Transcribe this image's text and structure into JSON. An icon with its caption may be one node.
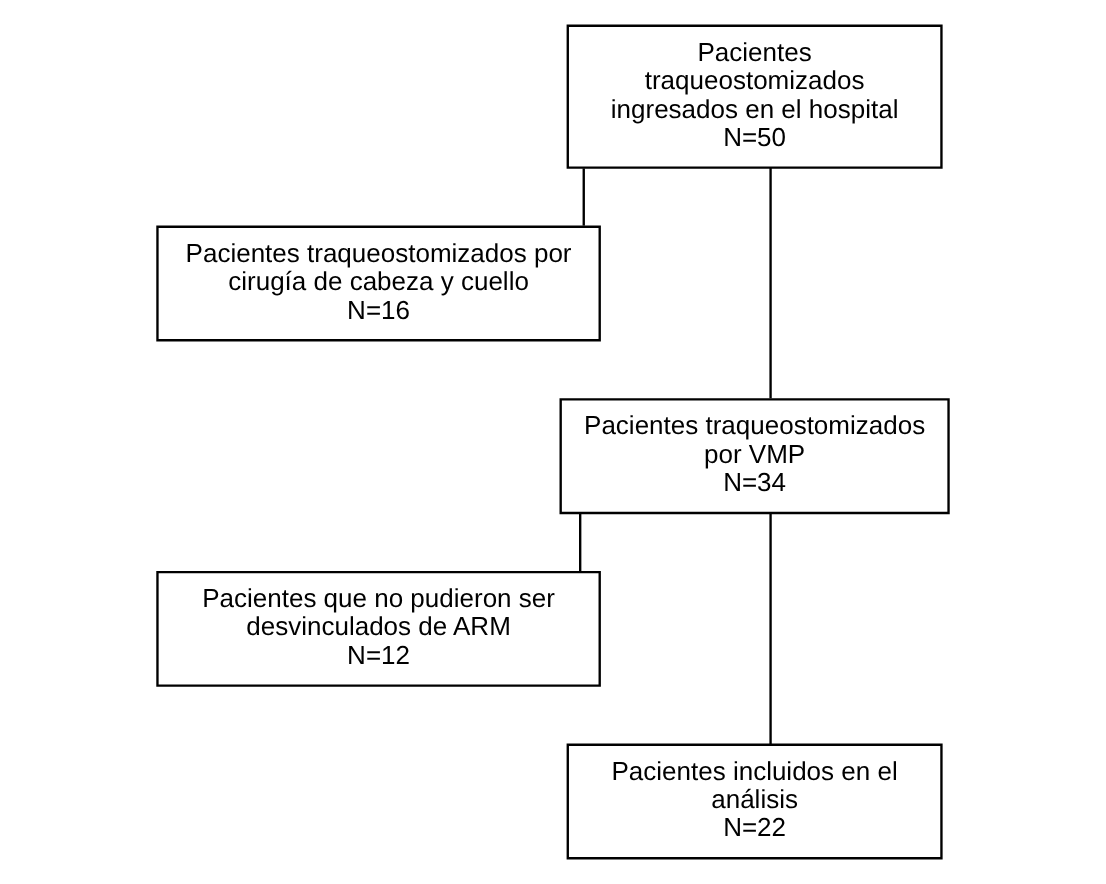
{
  "diagram": {
    "nodes": [
      {
        "text": [
          "Pacientes traqueostomizados ingresados en el hospital",
          "N=50"
        ]
      },
      {
        "text": [
          "Pacientes traqueostomizados por cirugía de cabeza y cuello",
          "N=16"
        ]
      },
      {
        "text": [
          "Pacientes traqueostomizados por VMP",
          "N=34"
        ]
      },
      {
        "text": [
          "Pacientes que no pudieron ser desvinculados de ARM",
          "N=12"
        ]
      },
      {
        "text": [
          "Pacientes incluidos en el análisis",
          "N=22"
        ]
      }
    ],
    "edges": [
      {
        "from": 0,
        "to": 2,
        "arrow": "none"
      },
      {
        "from": 0,
        "to": 1,
        "arrow": "none"
      },
      {
        "from": 2,
        "to": 4,
        "arrow": "none"
      },
      {
        "from": 2,
        "to": 3,
        "arrow": "none"
      }
    ]
  }
}
